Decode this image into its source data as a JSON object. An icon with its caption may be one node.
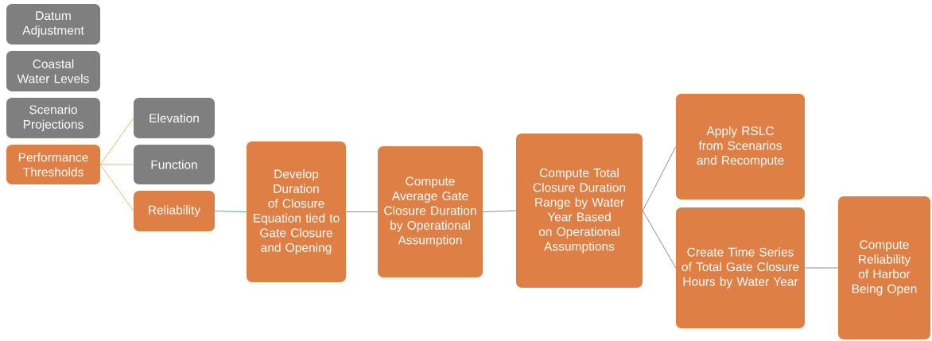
{
  "diagram": {
    "nodes": [
      {
        "text": [
          "Datum Adjustment"
        ]
      },
      {
        "text": [
          "Coastal Water Levels"
        ]
      },
      {
        "text": [
          "Scenario Projections"
        ]
      },
      {
        "text": [
          "Performance Thresholds"
        ]
      },
      {
        "text": [
          "Elevation"
        ]
      },
      {
        "text": [
          "Function"
        ]
      },
      {
        "text": [
          "Reliability"
        ]
      },
      {
        "text": [
          "Develop Duration of Closure Equation tied to Gate Closure and Opening"
        ]
      },
      {
        "text": [
          "Compute Average Gate Closure Duration by Operational Assumption"
        ]
      },
      {
        "text": [
          "Compute Total Closure Duration Range by Water Year Based on Operational Assumptions"
        ]
      },
      {
        "text": [
          "Apply RSLC from Scenarios and Recompute"
        ]
      },
      {
        "text": [
          "Create Time Series of Total Gate Closure Hours by Water Year"
        ]
      },
      {
        "text": [
          "Compute Reliability of Harbor Being Open"
        ]
      }
    ],
    "edges": [
      {
        "from": 3,
        "to": 4,
        "arrow": "none",
        "color": "#e6bd74"
      },
      {
        "from": 3,
        "to": 5,
        "arrow": "none",
        "color": "#e6bd74"
      },
      {
        "from": 3,
        "to": 6,
        "arrow": "none",
        "color": "#e6bd74"
      },
      {
        "from": 6,
        "to": 7,
        "arrow": "none",
        "color": "#62a9a0"
      },
      {
        "from": 7,
        "to": 8,
        "arrow": "none"
      },
      {
        "from": 8,
        "to": 9,
        "arrow": "none"
      },
      {
        "from": 9,
        "to": 10,
        "arrow": "none"
      },
      {
        "from": 9,
        "to": 11,
        "arrow": "none"
      },
      {
        "from": 11,
        "to": 12,
        "arrow": "none"
      }
    ]
  }
}
